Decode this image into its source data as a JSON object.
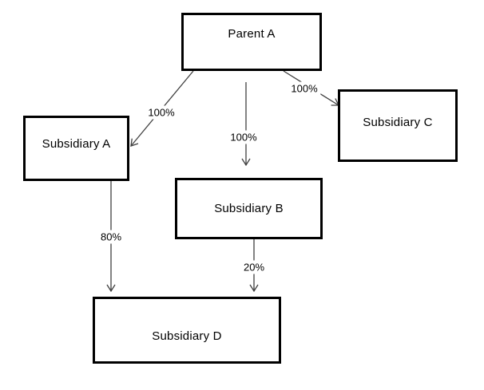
{
  "diagram": {
    "nodes": {
      "parent_a": {
        "label": "Parent A"
      },
      "subsidiary_a": {
        "label": "Subsidiary A"
      },
      "subsidiary_b": {
        "label": "Subsidiary B"
      },
      "subsidiary_c": {
        "label": "Subsidiary C"
      },
      "subsidiary_d": {
        "label": "Subsidiary D"
      }
    },
    "edges": {
      "parent_to_subsidiary_a": {
        "from": "Parent A",
        "to": "Subsidiary A",
        "label": "100%"
      },
      "parent_to_subsidiary_b": {
        "from": "Parent A",
        "to": "Subsidiary B",
        "label": "100%"
      },
      "parent_to_subsidiary_c": {
        "from": "Parent A",
        "to": "Subsidiary C",
        "label": "100%"
      },
      "subsidiary_a_to_d": {
        "from": "Subsidiary A",
        "to": "Subsidiary D",
        "label": "80%"
      },
      "subsidiary_b_to_d": {
        "from": "Subsidiary B",
        "to": "Subsidiary D",
        "label": "20%"
      }
    },
    "colors": {
      "background": "#ffffff",
      "box_border": "#000000",
      "box_fill": "#ffffff",
      "connector": "#404040",
      "text": "#000000"
    }
  }
}
